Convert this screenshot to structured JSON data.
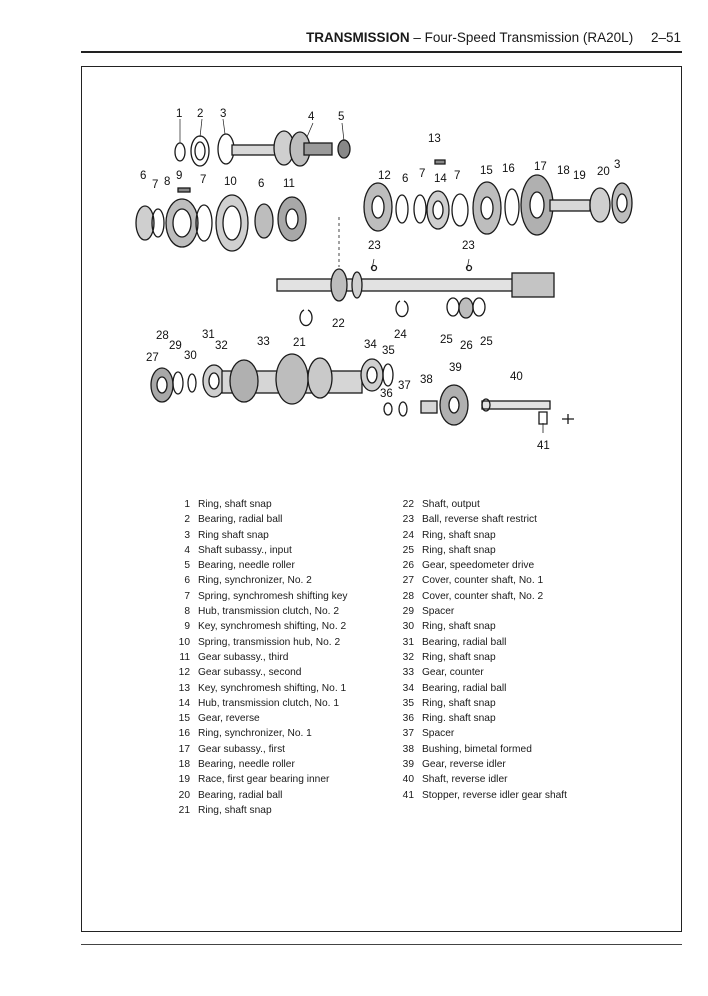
{
  "header": {
    "section": "TRANSMISSION",
    "subtitle": "– Four-Speed Transmission (RA20L)",
    "page": "2–51"
  },
  "callouts": [
    "1",
    "2",
    "3",
    "4",
    "5",
    "6",
    "7",
    "8",
    "9",
    "7",
    "10",
    "6",
    "11",
    "12",
    "6",
    "7",
    "14",
    "7",
    "15",
    "16",
    "17",
    "18",
    "19",
    "20",
    "3",
    "13",
    "23",
    "23",
    "22",
    "21",
    "24",
    "25",
    "26",
    "25",
    "28",
    "29",
    "27",
    "30",
    "31",
    "32",
    "33",
    "34",
    "35",
    "36",
    "37",
    "38",
    "39",
    "40",
    "41"
  ],
  "parts_left": [
    {
      "num": "1",
      "name": "Ring, shaft snap"
    },
    {
      "num": "2",
      "name": "Bearing, radial ball"
    },
    {
      "num": "3",
      "name": "Ring shaft snap"
    },
    {
      "num": "4",
      "name": "Shaft subassy., input"
    },
    {
      "num": "5",
      "name": "Bearing, needle roller"
    },
    {
      "num": "6",
      "name": "Ring, synchronizer, No. 2"
    },
    {
      "num": "7",
      "name": "Spring, synchromesh shifting key"
    },
    {
      "num": "8",
      "name": "Hub, transmission clutch, No. 2"
    },
    {
      "num": "9",
      "name": "Key, synchromesh shifting, No. 2"
    },
    {
      "num": "10",
      "name": "Spring, transmission hub, No. 2"
    },
    {
      "num": "11",
      "name": "Gear subassy., third"
    },
    {
      "num": "12",
      "name": "Gear subassy., second"
    },
    {
      "num": "13",
      "name": "Key, synchromesh shifting, No. 1"
    },
    {
      "num": "14",
      "name": "Hub, transmission clutch, No. 1"
    },
    {
      "num": "15",
      "name": "Gear, reverse"
    },
    {
      "num": "16",
      "name": "Ring, synchronizer, No. 1"
    },
    {
      "num": "17",
      "name": "Gear subassy., first"
    },
    {
      "num": "18",
      "name": "Bearing, needle roller"
    },
    {
      "num": "19",
      "name": "Race, first gear bearing inner"
    },
    {
      "num": "20",
      "name": "Bearing, radial ball"
    },
    {
      "num": "21",
      "name": "Ring, shaft snap"
    }
  ],
  "parts_right": [
    {
      "num": "22",
      "name": "Shaft, output"
    },
    {
      "num": "23",
      "name": "Ball, reverse shaft restrict"
    },
    {
      "num": "24",
      "name": "Ring, shaft snap"
    },
    {
      "num": "25",
      "name": "Ring, shaft snap"
    },
    {
      "num": "26",
      "name": "Gear, speedometer drive"
    },
    {
      "num": "27",
      "name": "Cover, counter shaft, No. 1"
    },
    {
      "num": "28",
      "name": "Cover, counter shaft, No. 2"
    },
    {
      "num": "29",
      "name": "Spacer"
    },
    {
      "num": "30",
      "name": "Ring, shaft snap"
    },
    {
      "num": "31",
      "name": "Bearing, radial ball"
    },
    {
      "num": "32",
      "name": "Ring, shaft snap"
    },
    {
      "num": "33",
      "name": "Gear, counter"
    },
    {
      "num": "34",
      "name": "Bearing, radial ball"
    },
    {
      "num": "35",
      "name": "Ring, shaft snap"
    },
    {
      "num": "36",
      "name": "Ring. shaft snap"
    },
    {
      "num": "37",
      "name": "Spacer"
    },
    {
      "num": "38",
      "name": "Bushing, bimetal formed"
    },
    {
      "num": "39",
      "name": "Gear, reverse idler"
    },
    {
      "num": "40",
      "name": "Shaft, reverse idler"
    },
    {
      "num": "41",
      "name": "Stopper, reverse idler gear shaft"
    }
  ]
}
